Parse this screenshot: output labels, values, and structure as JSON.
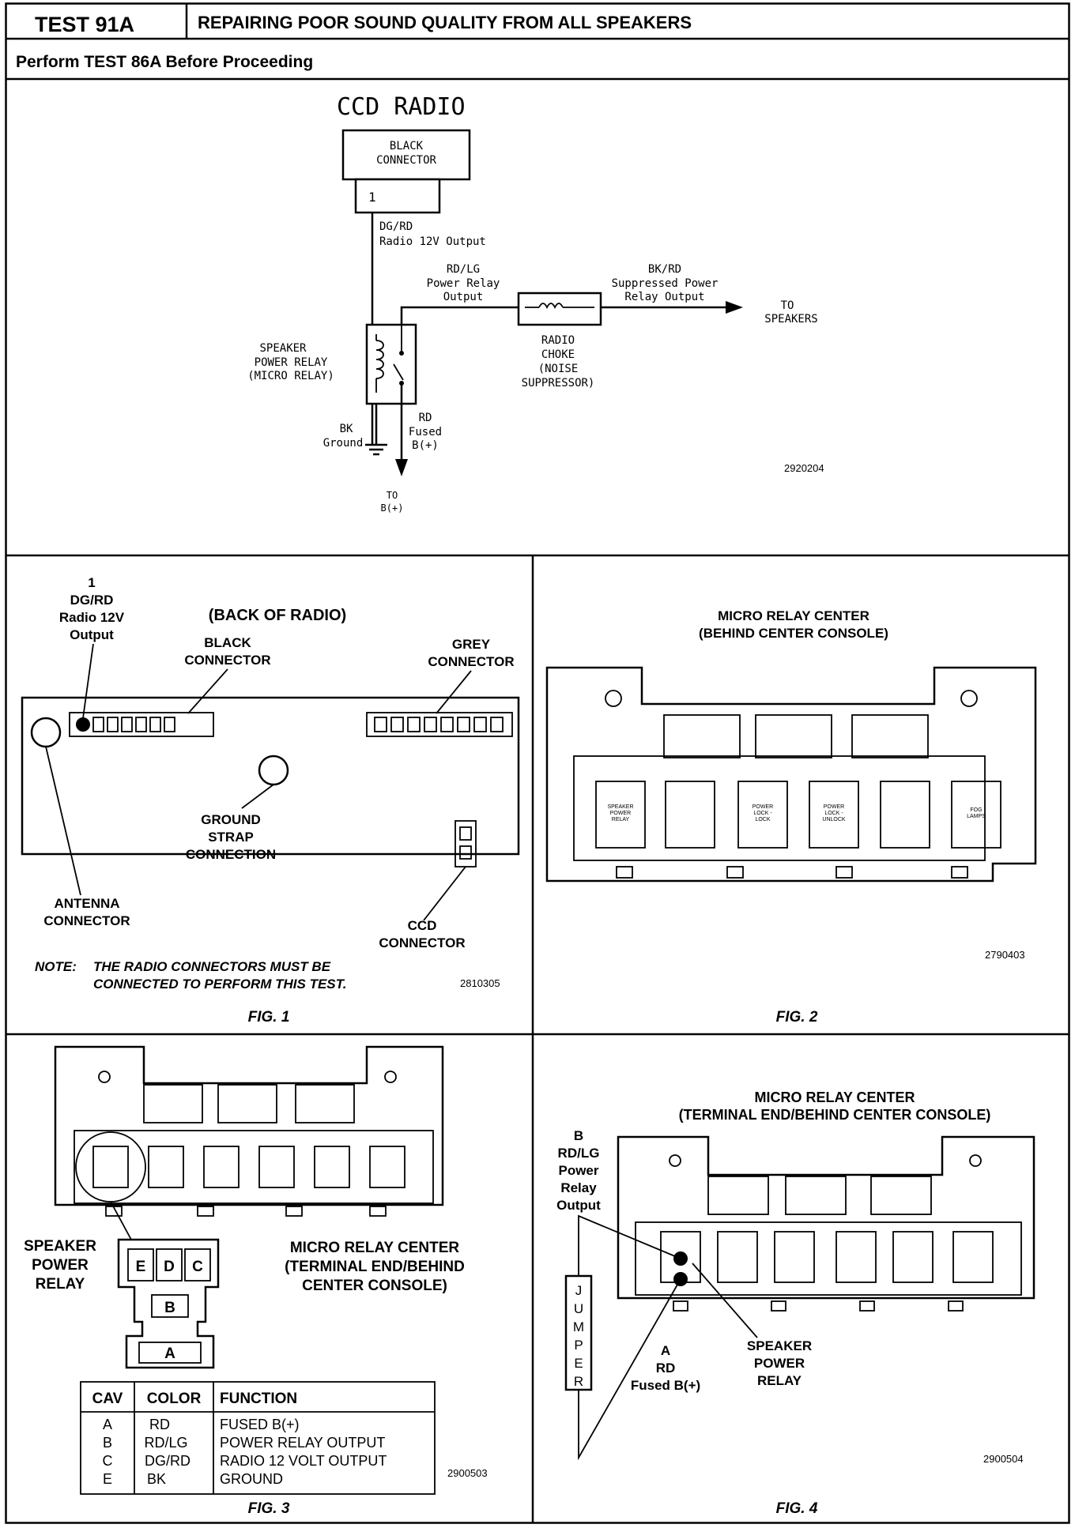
{
  "header": {
    "test_id": "TEST 91A",
    "title": "REPAIRING POOR SOUND QUALITY FROM ALL SPEAKERS",
    "prerequisite": "Perform TEST 86A Before Proceeding"
  },
  "schematic": {
    "radio_title": "CCD RADIO",
    "connector_line1": "BLACK",
    "connector_line2": "CONNECTOR",
    "pin": "1",
    "wire1_color": "DG/RD",
    "wire1_label": "Radio 12V Output",
    "wire2_color": "RD/LG",
    "wire2_line1": "Power Relay",
    "wire2_line2": "Output",
    "wire3_color": "BK/RD",
    "wire3_line1": "Suppressed Power",
    "wire3_line2": "Relay Output",
    "to_speakers_1": "TO",
    "to_speakers_2": "SPEAKERS",
    "choke_1": "RADIO",
    "choke_2": "CHOKE",
    "choke_3": "(NOISE",
    "choke_4": "SUPPRESSOR)",
    "relay_1": "SPEAKER",
    "relay_2": "POWER RELAY",
    "relay_3": "(MICRO RELAY)",
    "ground_1": "BK",
    "ground_2": "Ground",
    "fused_1": "RD",
    "fused_2": "Fused",
    "fused_3": "B(+)",
    "to_b_1": "TO",
    "to_b_2": "B(+)",
    "ref": "2920204"
  },
  "fig1": {
    "pin_1": "1",
    "pin_2": "DG/RD",
    "pin_3": "Radio 12V",
    "pin_4": "Output",
    "back": "(BACK OF RADIO)",
    "black_1": "BLACK",
    "black_2": "CONNECTOR",
    "grey_1": "GREY",
    "grey_2": "CONNECTOR",
    "gnd_1": "GROUND",
    "gnd_2": "STRAP",
    "gnd_3": "CONNECTION",
    "ant_1": "ANTENNA",
    "ant_2": "CONNECTOR",
    "ccd_1": "CCD",
    "ccd_2": "CONNECTOR",
    "note_label": "NOTE:",
    "note_1": "THE RADIO CONNECTORS MUST BE",
    "note_2": "CONNECTED TO PERFORM THIS TEST.",
    "ref": "2810305",
    "caption": "FIG. 1"
  },
  "fig2": {
    "title_1": "MICRO RELAY CENTER",
    "title_2": "(BEHIND CENTER CONSOLE)",
    "relay1_a": "SPEAKER",
    "relay1_b": "POWER",
    "relay1_c": "RELAY",
    "relay3_a": "POWER",
    "relay3_b": "LOCK -",
    "relay3_c": "LOCK",
    "relay4_a": "POWER",
    "relay4_b": "LOCK -",
    "relay4_c": "UNLOCK",
    "relay6_a": "FOG",
    "relay6_b": "LAMPS",
    "ref": "2790403",
    "caption": "FIG. 2"
  },
  "fig3": {
    "spr_1": "SPEAKER",
    "spr_2": "POWER",
    "spr_3": "RELAY",
    "mrc_1": "MICRO RELAY CENTER",
    "mrc_2": "(TERMINAL END/BEHIND",
    "mrc_3": "CENTER CONSOLE)",
    "cav_e": "E",
    "cav_d": "D",
    "cav_c": "C",
    "cav_b": "B",
    "cav_a": "A",
    "table": {
      "headers": [
        "CAV",
        "COLOR",
        "FUNCTION"
      ],
      "rows": [
        [
          "A",
          "RD",
          "FUSED B(+)"
        ],
        [
          "B",
          "RD/LG",
          "POWER RELAY OUTPUT"
        ],
        [
          "C",
          "DG/RD",
          "RADIO 12 VOLT OUTPUT"
        ],
        [
          "E",
          "BK",
          "GROUND"
        ]
      ]
    },
    "ref": "2900503",
    "caption": "FIG. 3"
  },
  "fig4": {
    "title_1": "MICRO RELAY CENTER",
    "title_2": "(TERMINAL END/BEHIND CENTER CONSOLE)",
    "b_1": "B",
    "b_2": "RD/LG",
    "b_3": "Power",
    "b_4": "Relay",
    "b_5": "Output",
    "jumper": [
      "J",
      "U",
      "M",
      "P",
      "E",
      "R"
    ],
    "a_1": "A",
    "a_2": "RD",
    "a_3": "Fused B(+)",
    "spr_1": "SPEAKER",
    "spr_2": "POWER",
    "spr_3": "RELAY",
    "ref": "2900504",
    "caption": "FIG. 4"
  }
}
